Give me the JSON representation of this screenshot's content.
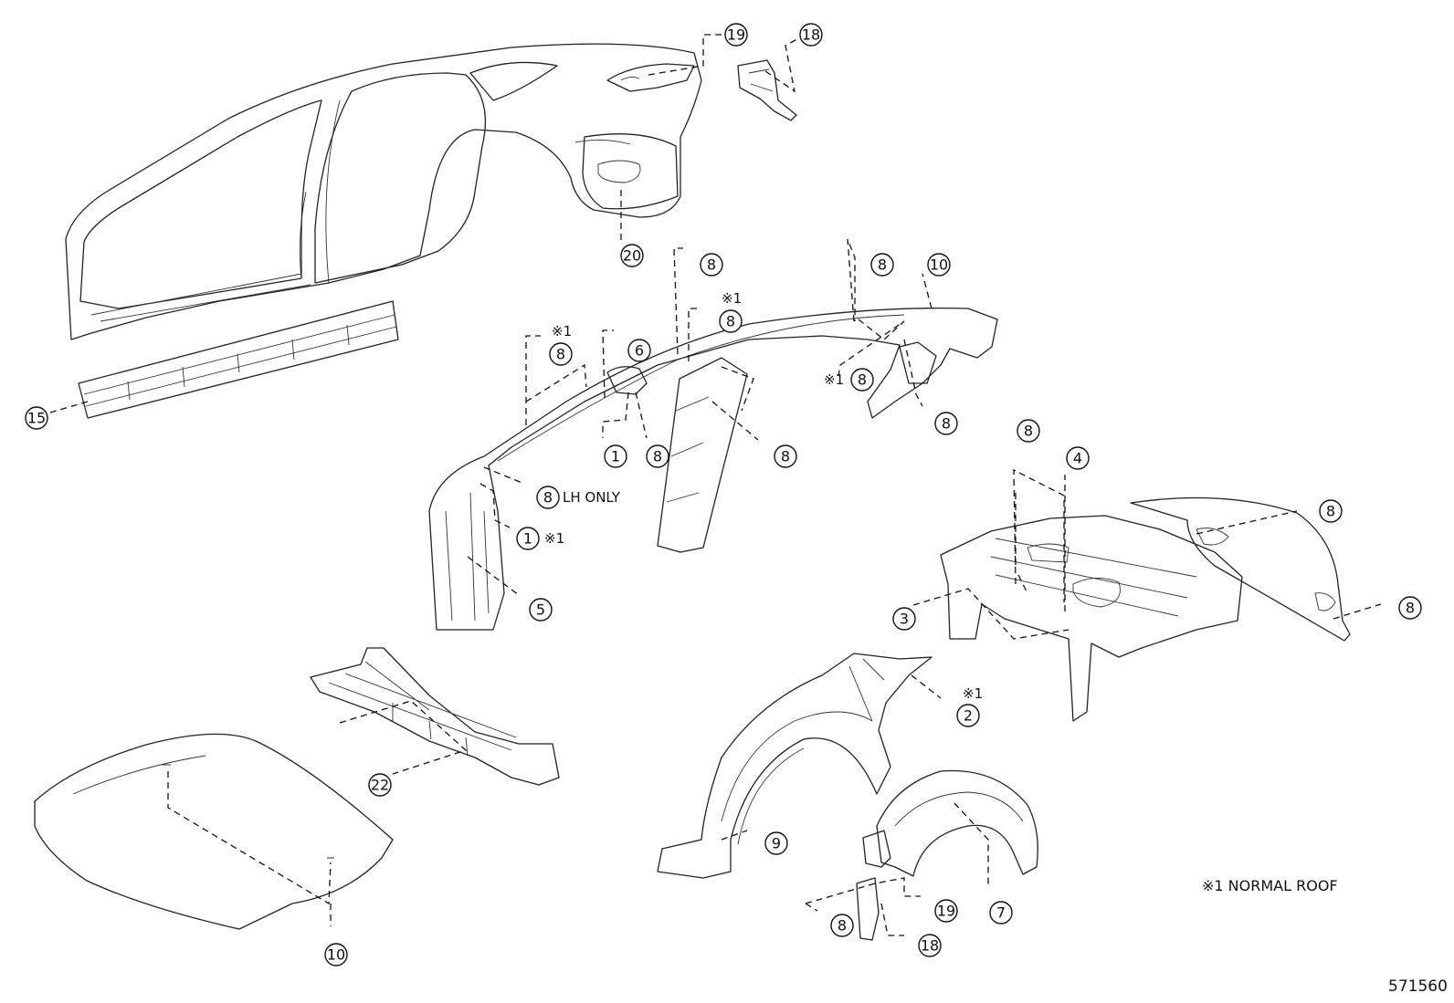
{
  "callouts": [
    {
      "id": "c-19a",
      "label": "19"
    },
    {
      "id": "c-18a",
      "label": "18"
    },
    {
      "id": "c-20",
      "label": "20"
    },
    {
      "id": "c-15",
      "label": "15"
    },
    {
      "id": "c-8a",
      "label": "8"
    },
    {
      "id": "c-8b",
      "label": "8"
    },
    {
      "id": "c-10a",
      "label": "10"
    },
    {
      "id": "c-8c",
      "label": "8"
    },
    {
      "id": "c-8d",
      "label": "8"
    },
    {
      "id": "c-6",
      "label": "6"
    },
    {
      "id": "c-8e",
      "label": "8"
    },
    {
      "id": "c-8f",
      "label": "8"
    },
    {
      "id": "c-1a",
      "label": "1"
    },
    {
      "id": "c-8g",
      "label": "8"
    },
    {
      "id": "c-8h",
      "label": "8"
    },
    {
      "id": "c-8i",
      "label": "8"
    },
    {
      "id": "c-1b",
      "label": "1"
    },
    {
      "id": "c-5",
      "label": "5"
    },
    {
      "id": "c-8j",
      "label": "8"
    },
    {
      "id": "c-4",
      "label": "4"
    },
    {
      "id": "c-8k",
      "label": "8"
    },
    {
      "id": "c-3",
      "label": "3"
    },
    {
      "id": "c-8l",
      "label": "8"
    },
    {
      "id": "c-2",
      "label": "2"
    },
    {
      "id": "c-22",
      "label": "22"
    },
    {
      "id": "c-9",
      "label": "9"
    },
    {
      "id": "c-8m",
      "label": "8"
    },
    {
      "id": "c-19b",
      "label": "19"
    },
    {
      "id": "c-7",
      "label": "7"
    },
    {
      "id": "c-18b",
      "label": "18"
    },
    {
      "id": "c-10b",
      "label": "10"
    }
  ],
  "marks": {
    "normal_roof_symbol": "※1",
    "lh_only": "LH ONLY"
  },
  "legend": {
    "normal_roof": "※1 NORMAL ROOF"
  },
  "figure_number": "571560"
}
